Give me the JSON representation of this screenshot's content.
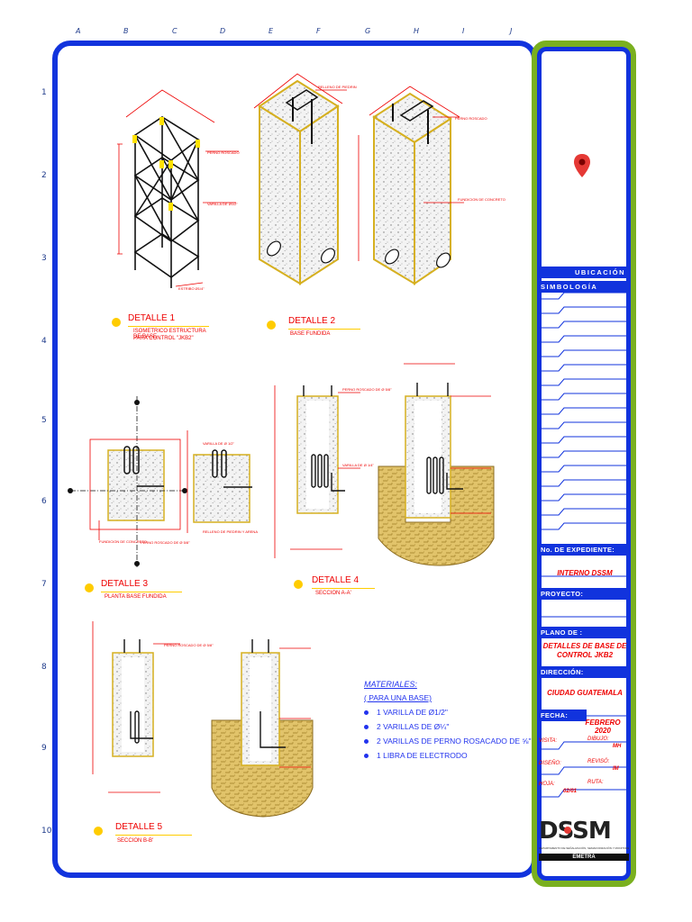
{
  "grid": {
    "letters": [
      "A",
      "B",
      "C",
      "D",
      "E",
      "F",
      "G",
      "H",
      "I",
      "J"
    ],
    "numbers": [
      "1",
      "2",
      "3",
      "4",
      "5",
      "6",
      "7",
      "8",
      "9",
      "10"
    ]
  },
  "details": {
    "d1": {
      "title": "DETALLE 1",
      "line1": "ISOMETRICO ESTRUCTURA DE BASE",
      "line2": "PARA CONTROL \"JKB2\""
    },
    "d2": {
      "title": "DETALLE 2",
      "line1": "BASE FUNDIDA"
    },
    "d3": {
      "title": "DETALLE 3",
      "line1": "PLANTA BASE FUNDIDA"
    },
    "d4": {
      "title": "DETALLE 4",
      "line1": "SECCION A-A'"
    },
    "d5": {
      "title": "DETALLE 5",
      "line1": "SECCION  B-B'"
    }
  },
  "materials": {
    "heading": "MATERIALES:",
    "subheading": "( PARA UNA BASE)",
    "items": [
      "1 VARILLA DE Ø1/2\"",
      "2 VARILLAS DE Ø¼\"",
      "2 VARILLAS DE PERNO ROSACADO DE ⅝\"",
      "1 LIBRA DE ELECTRODO"
    ]
  },
  "title_block": {
    "ubicacion": "UBICACIÓN",
    "simbologia": "SIMBOLOGÍA",
    "expediente_label": "No. DE EXPEDIENTE:",
    "expediente_value": "INTERNO DSSM",
    "proyecto_label": "PROYECTO:",
    "plano_label": "PLANO DE :",
    "plano_value": "DETALLES DE BASE DE CONTROL JKB2",
    "direccion_label": "DIRECCIÓN:",
    "direccion_value": "CIUDAD GUATEMALA",
    "fecha_label": "FECHA:",
    "fecha_value": "FEBRERO 2020",
    "visita_label": "VISITA:",
    "dibujo_label": "DIBUJO:",
    "dibujo_value": "MH",
    "diseno_label": "DISEÑO:",
    "reviso_label": "REVISÓ:",
    "reviso_value": "IM",
    "hoja_label": "HOJA:",
    "ruta_label": "RUTA:",
    "hoja_value": "02/01",
    "logo_text": "DSSM",
    "logo_sub": "DEPARTAMENTO DE SEÑALIZACIÓN, SEMAFORIZACIÓN Y MONITOREO",
    "logo_org": "EMETRA"
  },
  "colors": {
    "frame_blue": "#1133dd",
    "frame_green": "#7ab01f",
    "annotation_red": "#e00",
    "concrete_yellow": "#d6b24a"
  }
}
